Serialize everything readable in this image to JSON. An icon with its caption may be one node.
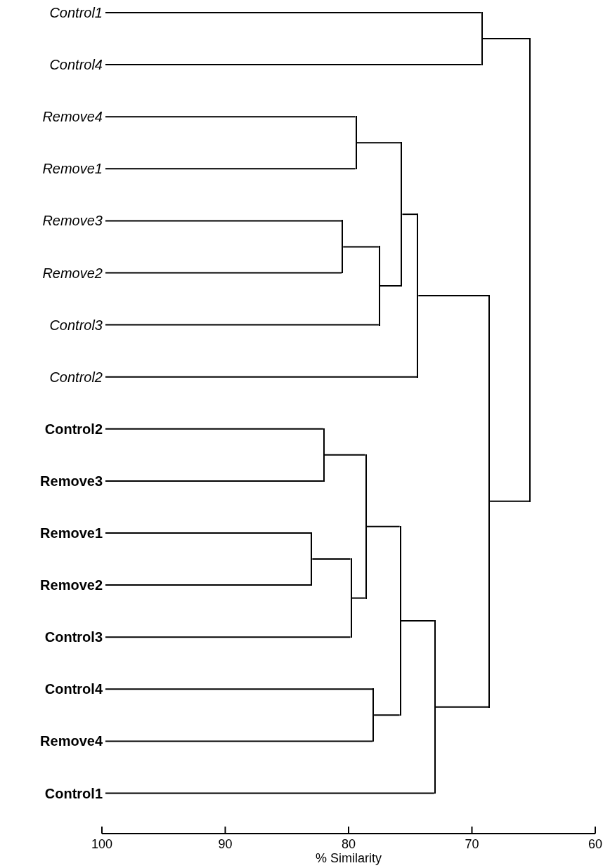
{
  "diagram": {
    "nodes": [
      {
        "text": [
          "Control1"
        ]
      },
      {
        "text": [
          "Control4"
        ]
      },
      {
        "text": [
          "Remove4"
        ]
      },
      {
        "text": [
          "Remove1"
        ]
      },
      {
        "text": [
          "Remove3"
        ]
      },
      {
        "text": [
          "Remove2"
        ]
      },
      {
        "text": [
          "Control3"
        ]
      },
      {
        "text": [
          "Control2"
        ]
      },
      {
        "text": [
          "Control2"
        ]
      },
      {
        "text": [
          "Remove3"
        ]
      },
      {
        "text": [
          "Remove1"
        ]
      },
      {
        "text": [
          "Remove2"
        ]
      },
      {
        "text": [
          "Control3"
        ]
      },
      {
        "text": [
          "Control4"
        ]
      },
      {
        "text": [
          "Remove4"
        ]
      },
      {
        "text": [
          "Control1"
        ]
      },
      {
        "text": [],
        "shape": "bar"
      },
      {
        "text": [],
        "shape": "bar"
      },
      {
        "text": [],
        "shape": "bar"
      },
      {
        "text": [],
        "shape": "bar"
      },
      {
        "text": [],
        "shape": "bar"
      },
      {
        "text": [],
        "shape": "bar"
      },
      {
        "text": [],
        "shape": "bar"
      },
      {
        "text": [],
        "shape": "bar"
      },
      {
        "text": [],
        "shape": "bar"
      },
      {
        "text": [],
        "shape": "bar"
      },
      {
        "text": [],
        "shape": "bar"
      },
      {
        "text": [],
        "shape": "bar"
      },
      {
        "text": [],
        "shape": "bar"
      },
      {
        "text": [],
        "shape": "bar"
      },
      {
        "text": [],
        "shape": "bar"
      }
    ],
    "edges": [
      {
        "from": 0,
        "to": 16,
        "arrow": "none"
      },
      {
        "from": 1,
        "to": 16,
        "arrow": "none"
      },
      {
        "from": 2,
        "to": 17,
        "arrow": "none"
      },
      {
        "from": 3,
        "to": 17,
        "arrow": "none"
      },
      {
        "from": 4,
        "to": 18,
        "arrow": "none"
      },
      {
        "from": 5,
        "to": 18,
        "arrow": "none"
      },
      {
        "from": 18,
        "to": 19,
        "arrow": "none"
      },
      {
        "from": 6,
        "to": 19,
        "arrow": "none"
      },
      {
        "from": 17,
        "to": 20,
        "arrow": "none"
      },
      {
        "from": 19,
        "to": 20,
        "arrow": "none"
      },
      {
        "from": 20,
        "to": 21,
        "arrow": "none"
      },
      {
        "from": 7,
        "to": 21,
        "arrow": "none"
      },
      {
        "from": 8,
        "to": 22,
        "arrow": "none"
      },
      {
        "from": 9,
        "to": 22,
        "arrow": "none"
      },
      {
        "from": 10,
        "to": 23,
        "arrow": "none"
      },
      {
        "from": 11,
        "to": 23,
        "arrow": "none"
      },
      {
        "from": 23,
        "to": 24,
        "arrow": "none"
      },
      {
        "from": 12,
        "to": 24,
        "arrow": "none"
      },
      {
        "from": 22,
        "to": 25,
        "arrow": "none"
      },
      {
        "from": 24,
        "to": 25,
        "arrow": "none"
      },
      {
        "from": 13,
        "to": 26,
        "arrow": "none"
      },
      {
        "from": 14,
        "to": 26,
        "arrow": "none"
      },
      {
        "from": 25,
        "to": 27,
        "arrow": "none"
      },
      {
        "from": 26,
        "to": 27,
        "arrow": "none"
      },
      {
        "from": 27,
        "to": 28,
        "arrow": "none"
      },
      {
        "from": 15,
        "to": 28,
        "arrow": "none"
      },
      {
        "from": 21,
        "to": 29,
        "arrow": "none"
      },
      {
        "from": 28,
        "to": 29,
        "arrow": "none"
      },
      {
        "from": 16,
        "to": 30,
        "arrow": "none"
      },
      {
        "from": 29,
        "to": 30,
        "arrow": "none"
      }
    ],
    "labels": [
      "100",
      "90",
      "80",
      "70",
      "60",
      "% Similarity"
    ]
  }
}
